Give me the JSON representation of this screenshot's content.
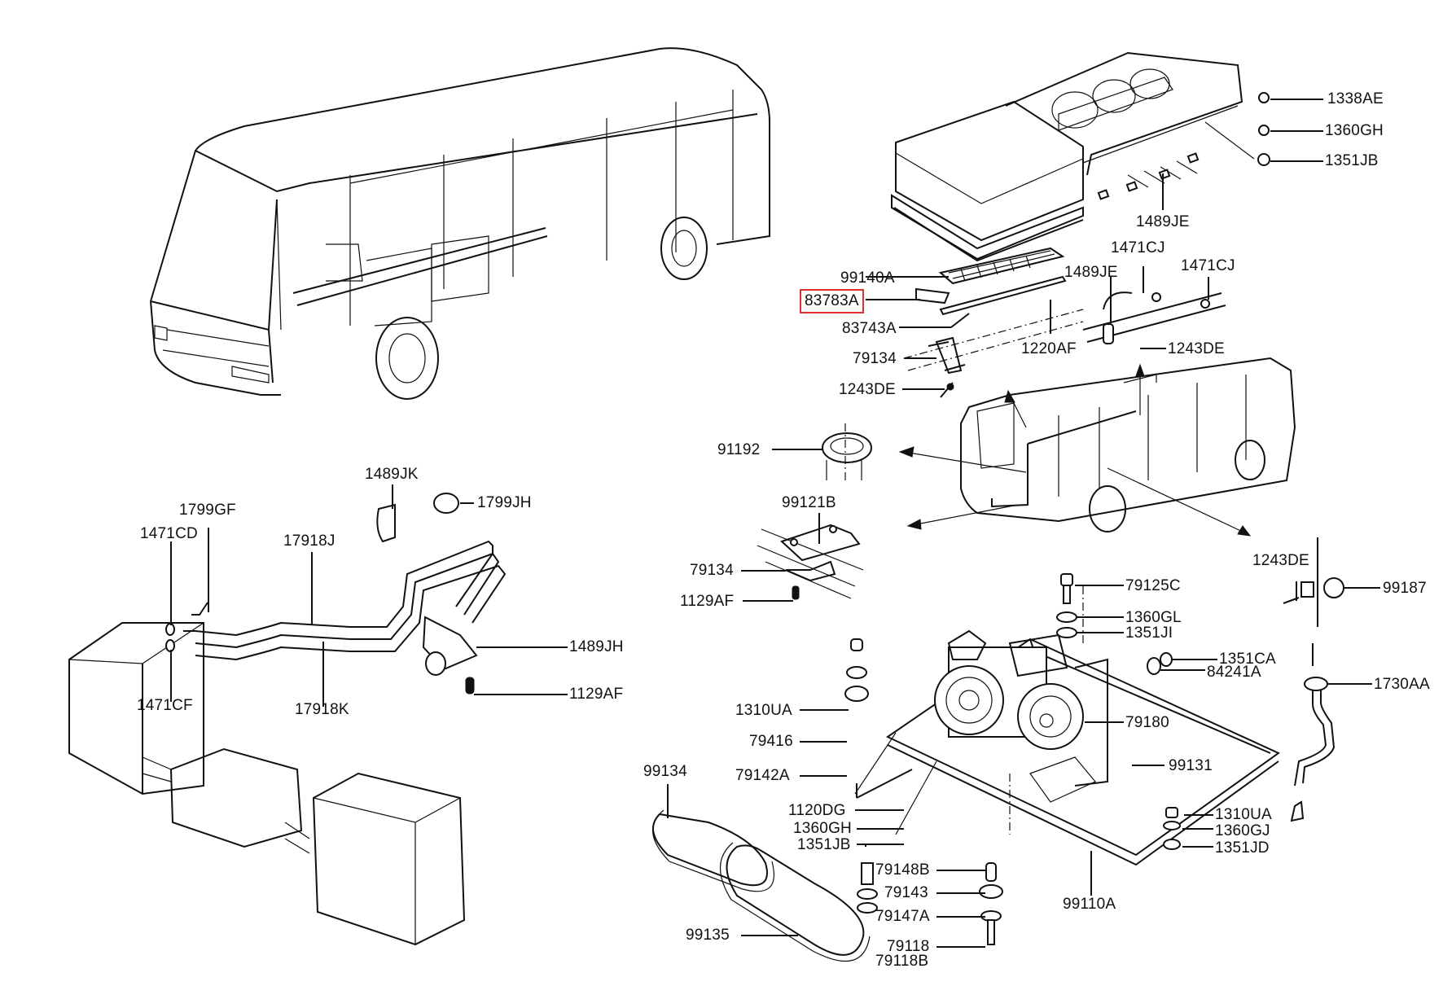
{
  "diagram": {
    "type": "exploded-parts-diagram",
    "subject": "bus roof-mounted air conditioner, piping and compressor mounting",
    "highlight_color": "#e03030",
    "highlighted_part": "83783A"
  },
  "labels": {
    "p1338AE": "1338AE",
    "p1360GH_top": "1360GH",
    "p1351JB_top": "1351JB",
    "p1489JE_top": "1489JE",
    "p1471CJ_a": "1471CJ",
    "p1471CJ_b": "1471CJ",
    "p1489JE_mid": "1489JE",
    "p99140A": "99140A",
    "p83783A": "83783A",
    "p83743A": "83743A",
    "p1220AF": "1220AF",
    "p1243DE_a": "1243DE",
    "p79134_a": "79134",
    "p1243DE_b": "1243DE",
    "p91192": "91192",
    "p99121B": "99121B",
    "p79134_b": "79134",
    "p1129AF_a": "1129AF",
    "p1243DE_c": "1243DE",
    "p99187": "99187",
    "p79125C": "79125C",
    "p1360GL": "1360GL",
    "p1351JI": "1351JI",
    "p1351CA": "1351CA",
    "p84241A": "84241A",
    "p1730AA": "1730AA",
    "p1310UA_a": "1310UA",
    "p79416": "79416",
    "p79142A": "79142A",
    "p79180": "79180",
    "p99131": "99131",
    "p99134": "99134",
    "p1120DG": "1120DG",
    "p1360GH_low": "1360GH",
    "p1351JB_low": "1351JB",
    "p1310UA_b": "1310UA",
    "p1360GJ": "1360GJ",
    "p1351JD": "1351JD",
    "p79148B": "79148B",
    "p79143": "79143",
    "p79147A": "79147A",
    "p79118": "79118",
    "p79118B": "79118B",
    "p99110A": "99110A",
    "p99135": "99135",
    "p1489JK": "1489JK",
    "p1799JH": "1799JH",
    "p1799GF": "1799GF",
    "p1471CD": "1471CD",
    "p17918J": "17918J",
    "p1489JH": "1489JH",
    "p1129AF_b": "1129AF",
    "p1471CF": "1471CF",
    "p17918K": "17918K"
  }
}
